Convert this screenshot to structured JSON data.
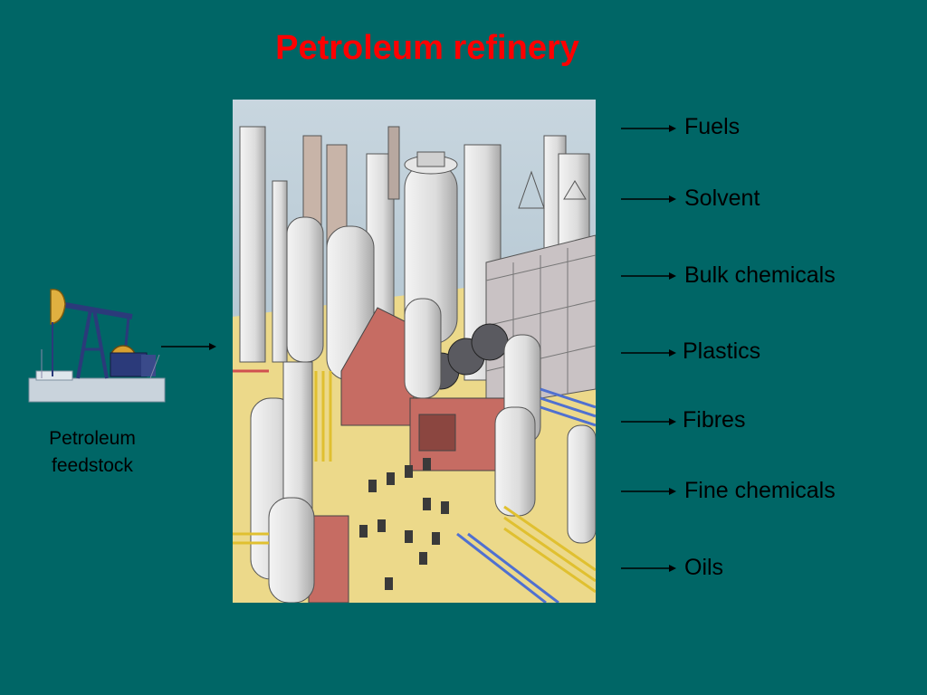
{
  "slide": {
    "background": "#006666"
  },
  "title": {
    "text": "Petroleum refinery",
    "color": "#ff0000"
  },
  "feedstock": {
    "label": "Petroleum feedstock"
  },
  "products": [
    {
      "label": "Fuels"
    },
    {
      "label": "Solvent"
    },
    {
      "label": "Bulk chemicals"
    },
    {
      "label": "Plastics"
    },
    {
      "label": "Fibres"
    },
    {
      "label": "Fine chemicals"
    },
    {
      "label": "Oils"
    }
  ],
  "icons": {
    "pumpjack": "oil-pumpjack-icon",
    "refinery": "refinery-illustration"
  }
}
